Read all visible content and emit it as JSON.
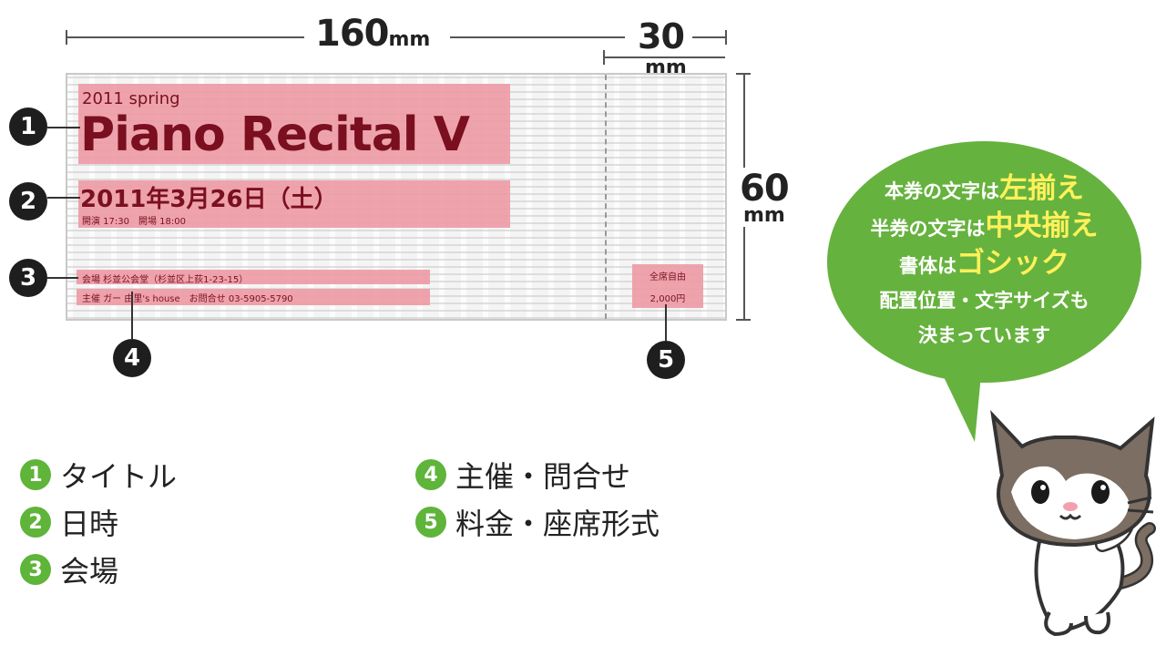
{
  "dimensions": {
    "width_value": "160",
    "width_unit": "mm",
    "stub_value": "30",
    "stub_unit": "mm",
    "height_value": "60",
    "height_unit": "mm"
  },
  "ticket": {
    "season": "2011 spring",
    "title": "Piano Recital V",
    "date": "2011年3月26日（土）",
    "time": "開演 17:30　開場 18:00",
    "venue": "会場 杉並公会堂（杉並区上荻1-23-15）",
    "organizer": "主催 ガー 由里's house　お問合せ 03-5905-5790",
    "stub_line1": "全席自由",
    "stub_line2": "2,000円"
  },
  "callouts": [
    "1",
    "2",
    "3",
    "4",
    "5"
  ],
  "legend": [
    {
      "num": "1",
      "label": "タイトル"
    },
    {
      "num": "2",
      "label": "日時"
    },
    {
      "num": "3",
      "label": "会場"
    },
    {
      "num": "4",
      "label": "主催・問合せ"
    },
    {
      "num": "5",
      "label": "料金・座席形式"
    }
  ],
  "bubble": {
    "line1_pre": "本券の文字は",
    "line1_em": "左揃え",
    "line2_pre": "半券の文字は",
    "line2_em": "中央揃え",
    "line3_pre": "書体は",
    "line3_em": "ゴシック",
    "line4": "配置位置・文字サイズも",
    "line5": "決まっています"
  },
  "colors": {
    "highlight": "#ee9ba6",
    "ticket_text": "#7a0f20",
    "legend_green": "#5fb43a",
    "bubble_green": "#66b23e",
    "bubble_emphasis": "#fff15a"
  },
  "icons": [
    "cat-mascot-icon"
  ]
}
